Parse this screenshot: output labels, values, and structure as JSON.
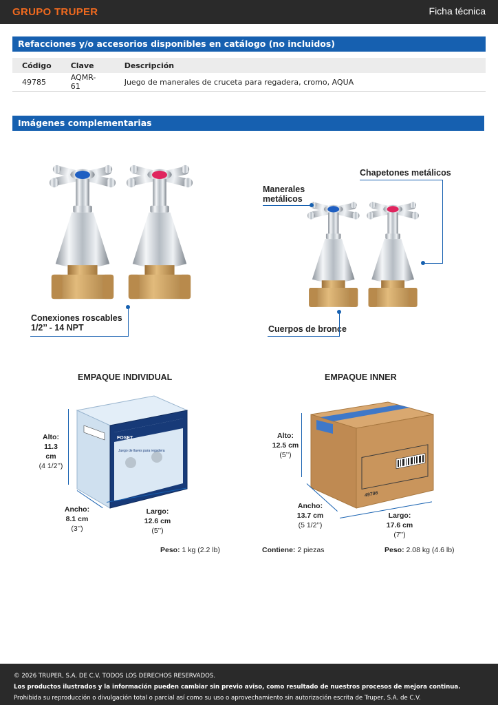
{
  "header": {
    "brand": "GRUPO TRUPER",
    "doc_type": "Ficha técnica"
  },
  "accessories": {
    "title": "Refacciones y/o accesorios disponibles en catálogo (no incluidos)",
    "columns": [
      "Código",
      "Clave",
      "Descripción"
    ],
    "rows": [
      [
        "49785",
        "AQMR-61",
        "Juego de manerales de cruceta para regadera, cromo, AQUA"
      ]
    ]
  },
  "images_section": {
    "title": "Imágenes complementarias",
    "callouts": {
      "connections_line1": "Conexiones roscables",
      "connections_line2": "1/2’’ - 14 NPT",
      "handles_line1": "Manerales",
      "handles_line2": "metálicos",
      "escutcheons": "Chapetones metálicos",
      "bodies": "Cuerpos de bronce"
    }
  },
  "packaging": {
    "individual": {
      "title": "EMPAQUE INDIVIDUAL",
      "alto_label": "Alto:",
      "alto_cm": "11.3 cm",
      "alto_in": "(4 1/2’’)",
      "ancho_label": "Ancho:",
      "ancho_cm": "8.1 cm",
      "ancho_in": "(3’’)",
      "largo_label": "Largo:",
      "largo_cm": "12.6 cm",
      "largo_in": "(5’’)",
      "peso_label": "Peso:",
      "peso_value": "1 kg (2.2 lb)",
      "box_brand": "FOSET",
      "box_text": "Juego de llaves para regadera"
    },
    "inner": {
      "title": "EMPAQUE INNER",
      "alto_label": "Alto:",
      "alto_cm": "12.5 cm",
      "alto_in": "(5’’)",
      "ancho_label": "Ancho:",
      "ancho_cm": "13.7 cm",
      "ancho_in": "(5 1/2’’)",
      "largo_label": "Largo:",
      "largo_cm": "17.6 cm",
      "largo_in": "(7’’)",
      "contiene_label": "Contiene:",
      "contiene_value": "2 piezas",
      "peso_label": "Peso:",
      "peso_value": "2.08 kg (4.6 lb)",
      "box_code": "49796"
    }
  },
  "footer": {
    "line1": "© 2026 TRUPER, S.A. DE C.V. TODOS LOS DERECHOS RESERVADOS.",
    "line2": "Los productos ilustrados y la información pueden cambiar sin previo aviso, como resultado de nuestros procesos de mejora continua.",
    "line3": "Prohibida su reproducción o divulgación total o parcial así como su uso o aprovechamiento sin autorización escrita de Truper, S.A. de C.V."
  },
  "colors": {
    "band_blue": "#1660b0",
    "brand_orange": "#f06a1f",
    "dark_bar": "#2a2a2a",
    "chrome": "#c9ced4",
    "brass": "#c9a05c",
    "cold_cap": "#1f5fc2",
    "hot_cap": "#e0245e",
    "cardboard": "#c9955c"
  }
}
